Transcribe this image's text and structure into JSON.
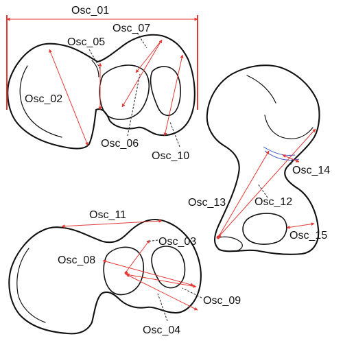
{
  "labels": {
    "osc_01": "Osc_01",
    "osc_02": "Osc_02",
    "osc_03": "Osc_03",
    "osc_04": "Osc_04",
    "osc_05": "Osc_05",
    "osc_06": "Osc_06",
    "osc_07": "Osc_07",
    "osc_08": "Osc_08",
    "osc_09": "Osc_09",
    "osc_10": "Osc_10",
    "osc_11": "Osc_11",
    "osc_12": "Osc_12",
    "osc_13": "Osc_13",
    "osc_14": "Osc_14",
    "osc_15": "Osc_15"
  },
  "colors": {
    "measurement": "#e53935",
    "outline": "#111111",
    "curve": "#3b57c7"
  }
}
